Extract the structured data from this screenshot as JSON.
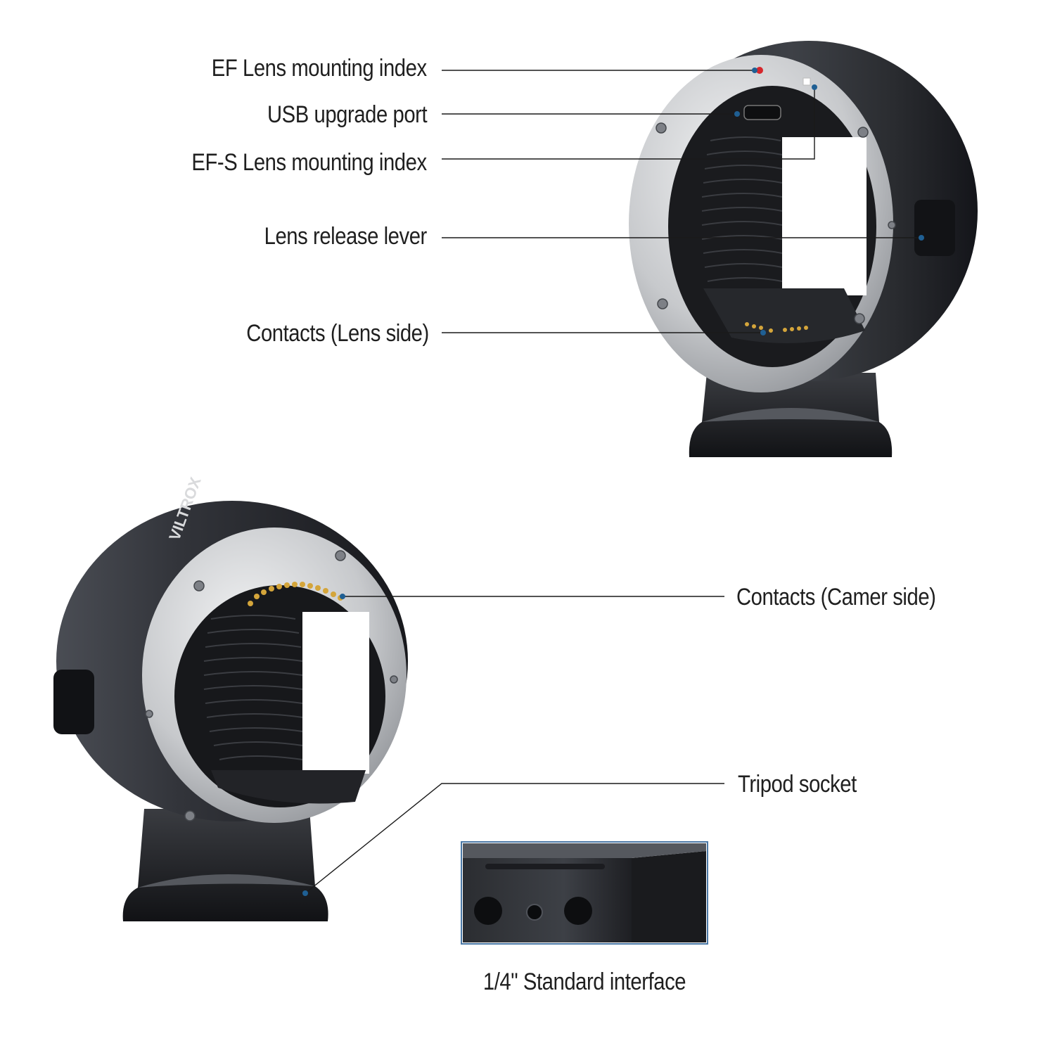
{
  "callouts_top": {
    "ef_index": "EF Lens mounting index",
    "usb_port": "USB upgrade port",
    "efs_index": "EF-S Lens mounting index",
    "release_lever": "Lens release lever",
    "contacts_lens": "Contacts (Lens side)"
  },
  "callouts_bottom": {
    "contacts_camera": "Contacts (Camer side)",
    "tripod_socket": "Tripod socket",
    "standard_interface": "1/4\" Standard interface"
  },
  "colors": {
    "leader_line": "#1a1a1a",
    "ef_dot": "#d6262c",
    "marker_dot": "#1f5f93",
    "inset_border": "#4a78a6",
    "body_black": "#1c1d20",
    "mount_silver": "#c9cbcd",
    "contacts_gold": "#d4a53b"
  },
  "icons": [
    "adapter-top-illustration",
    "adapter-bottom-illustration",
    "tripod-foot-inset"
  ]
}
